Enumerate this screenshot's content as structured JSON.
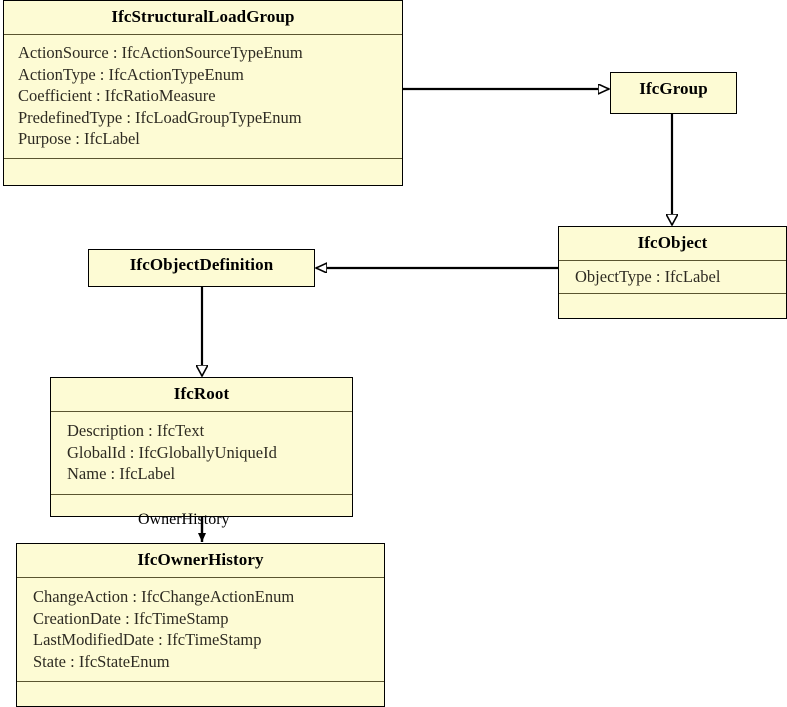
{
  "diagram": {
    "type": "uml-class-diagram",
    "notation": "UML",
    "background_color": "#ffffff",
    "class_fill_color": "#fdfbd4",
    "class_border_color": "#000000",
    "compartment_separator_color": "#5b5530",
    "edge_color": "#000000",
    "classes": [
      {
        "id": "IfcStructuralLoadGroup",
        "name": "IfcStructuralLoadGroup",
        "attributes": [
          "ActionSource : IfcActionSourceTypeEnum",
          "ActionType : IfcActionTypeEnum",
          "Coefficient : IfcRatioMeasure",
          "PredefinedType : IfcLoadGroupTypeEnum",
          "Purpose : IfcLabel"
        ],
        "operations": []
      },
      {
        "id": "IfcGroup",
        "name": "IfcGroup",
        "attributes": [],
        "operations": []
      },
      {
        "id": "IfcObject",
        "name": "IfcObject",
        "attributes": [
          "ObjectType : IfcLabel"
        ],
        "operations": []
      },
      {
        "id": "IfcObjectDefinition",
        "name": "IfcObjectDefinition",
        "attributes": [],
        "operations": []
      },
      {
        "id": "IfcRoot",
        "name": "IfcRoot",
        "attributes": [
          "Description : IfcText",
          "GlobalId : IfcGloballyUniqueId",
          "Name : IfcLabel"
        ],
        "operations": []
      },
      {
        "id": "IfcOwnerHistory",
        "name": "IfcOwnerHistory",
        "attributes": [
          "ChangeAction : IfcChangeActionEnum",
          "CreationDate : IfcTimeStamp",
          "LastModifiedDate : IfcTimeStamp",
          "State : IfcStateEnum"
        ],
        "operations": []
      }
    ],
    "relationships": [
      {
        "id": "loadgroup-to-group",
        "from": "IfcStructuralLoadGroup",
        "to": "IfcGroup",
        "kind": "generalization",
        "arrowhead": "hollow-triangle",
        "label": ""
      },
      {
        "id": "group-to-object",
        "from": "IfcGroup",
        "to": "IfcObject",
        "kind": "generalization",
        "arrowhead": "hollow-triangle",
        "label": ""
      },
      {
        "id": "object-to-objectdefinition",
        "from": "IfcObject",
        "to": "IfcObjectDefinition",
        "kind": "generalization",
        "arrowhead": "hollow-triangle",
        "label": ""
      },
      {
        "id": "objectdefinition-to-root",
        "from": "IfcObjectDefinition",
        "to": "IfcRoot",
        "kind": "generalization",
        "arrowhead": "hollow-triangle",
        "label": ""
      },
      {
        "id": "root-to-ownerhistory",
        "from": "IfcRoot",
        "to": "IfcOwnerHistory",
        "kind": "association",
        "arrowhead": "solid-arrow",
        "label": "OwnerHistory"
      }
    ]
  }
}
